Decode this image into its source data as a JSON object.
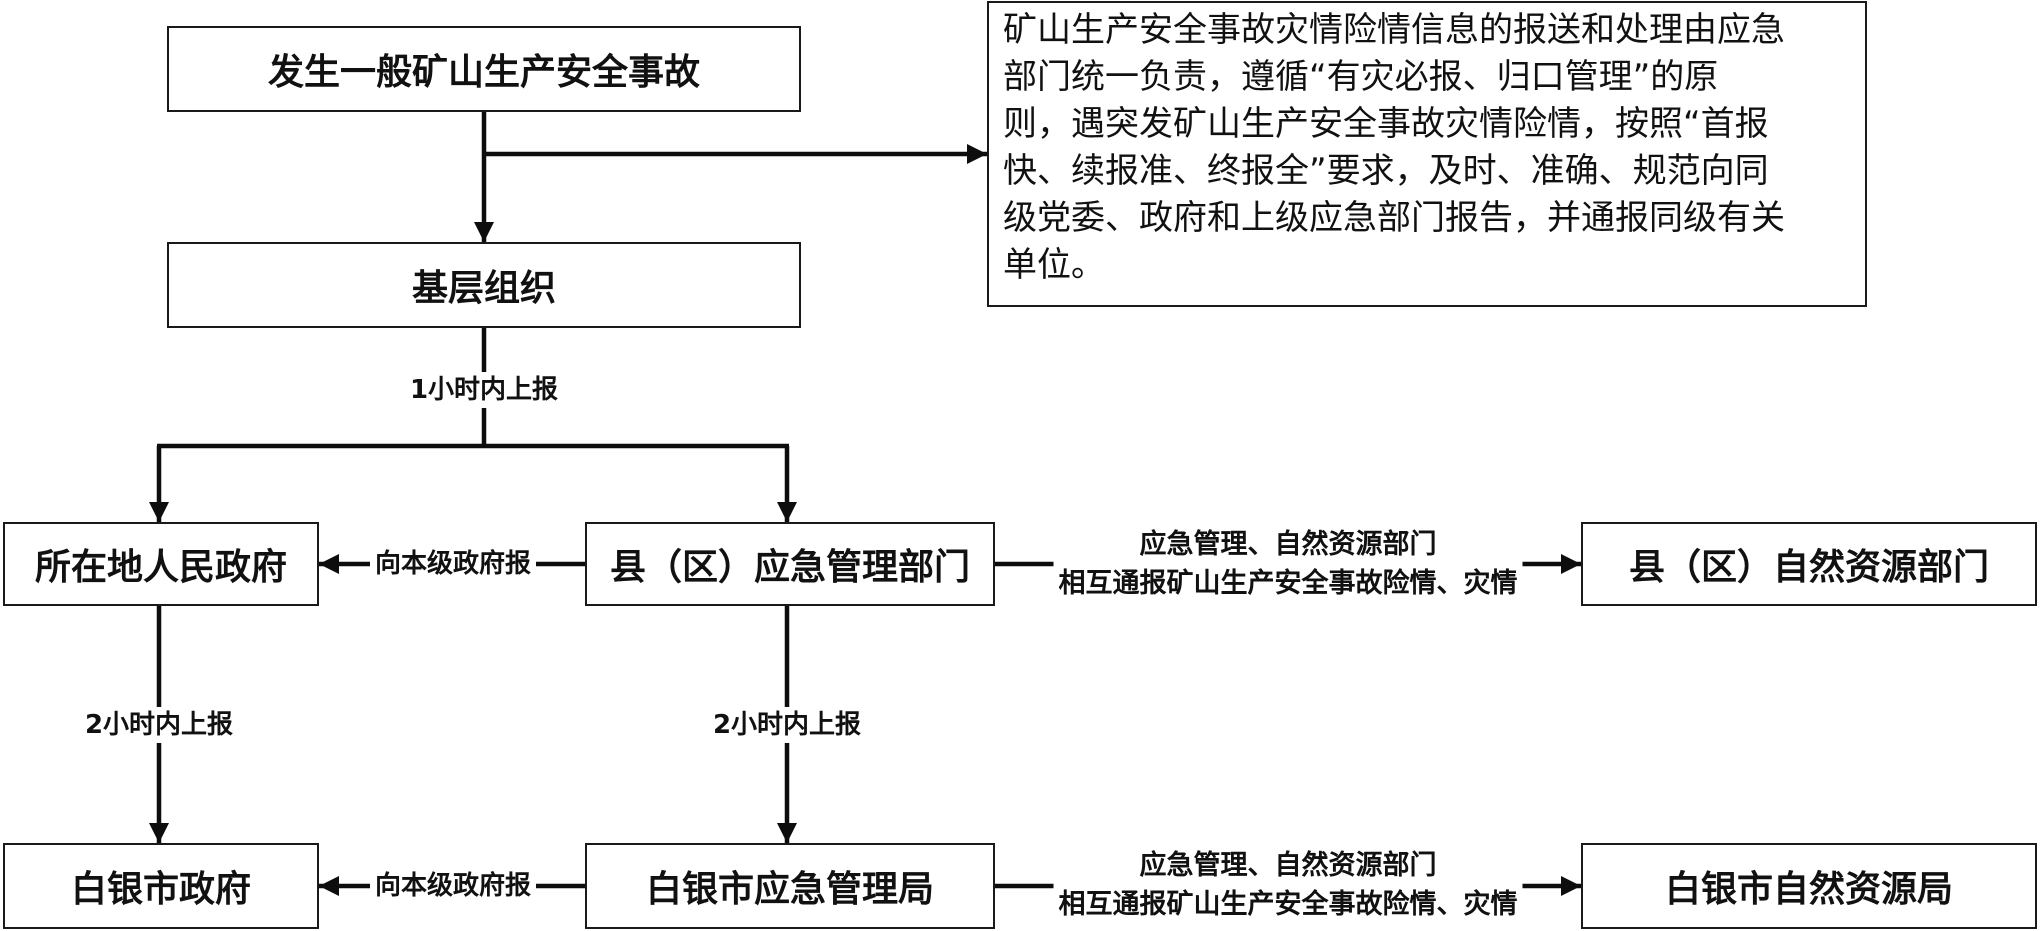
{
  "boxes": {
    "accident": "发生一般矿山生产安全事故",
    "grassroots": "基层组织",
    "local_gov": "所在地人民政府",
    "county_emergency": "县（区）应急管理部门",
    "county_resources": "县（区）自然资源部门",
    "city_gov": "白银市政府",
    "city_emergency": "白银市应急管理局",
    "city_resources": "白银市自然资源局"
  },
  "note": {
    "lines": [
      "矿山生产安全事故灾情险情信息的报送和处理由应急",
      "部门统一负责，遵循“有灾必报、归口管理”的原",
      "则，遇突发矿山生产安全事故灾情险情，按照“首报",
      "快、续报准、终报全”要求，及时、准确、规范向同",
      "级党委、政府和上级应急部门报告，并通报同级有关",
      "单位。"
    ]
  },
  "labels": {
    "report_1h": "1小时内上报",
    "report_2h_left": "2小时内上报",
    "report_2h_right": "2小时内上报",
    "to_gov_county": "向本级政府报",
    "to_gov_city": "向本级政府报",
    "mutual_county": [
      "应急管理、自然资源部门",
      "相互通报矿山生产安全事故险情、灾情"
    ],
    "mutual_city": [
      "应急管理、自然资源部门",
      "相互通报矿山生产安全事故险情、灾情"
    ]
  }
}
